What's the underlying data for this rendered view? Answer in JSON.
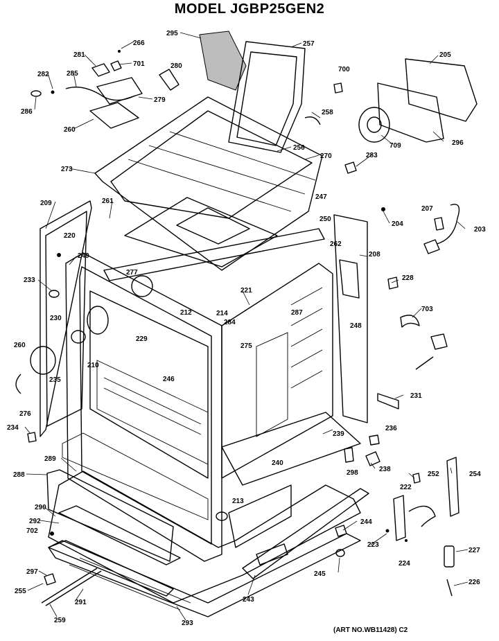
{
  "title": "MODEL JGBP25GEN2",
  "art_number": "(ART NO.WB11428) C2",
  "parts": [
    "295",
    "266",
    "257",
    "281",
    "701",
    "280",
    "205",
    "282",
    "285",
    "700",
    "279",
    "286",
    "258",
    "709",
    "296",
    "260",
    "256",
    "270",
    "283",
    "273",
    "247",
    "207",
    "261",
    "209",
    "250",
    "204",
    "203",
    "220",
    "262",
    "208",
    "249",
    "277",
    "228",
    "233",
    "221",
    "703",
    "212",
    "214",
    "284",
    "287",
    "248",
    "230",
    "229",
    "275",
    "260",
    "210",
    "246",
    "235",
    "231",
    "276",
    "239",
    "236",
    "234",
    "289",
    "240",
    "288",
    "298",
    "238",
    "252",
    "254",
    "222",
    "290",
    "213",
    "292",
    "244",
    "702",
    "223",
    "227",
    "297",
    "245",
    "224",
    "255",
    "291",
    "226",
    "243",
    "259",
    "293"
  ]
}
